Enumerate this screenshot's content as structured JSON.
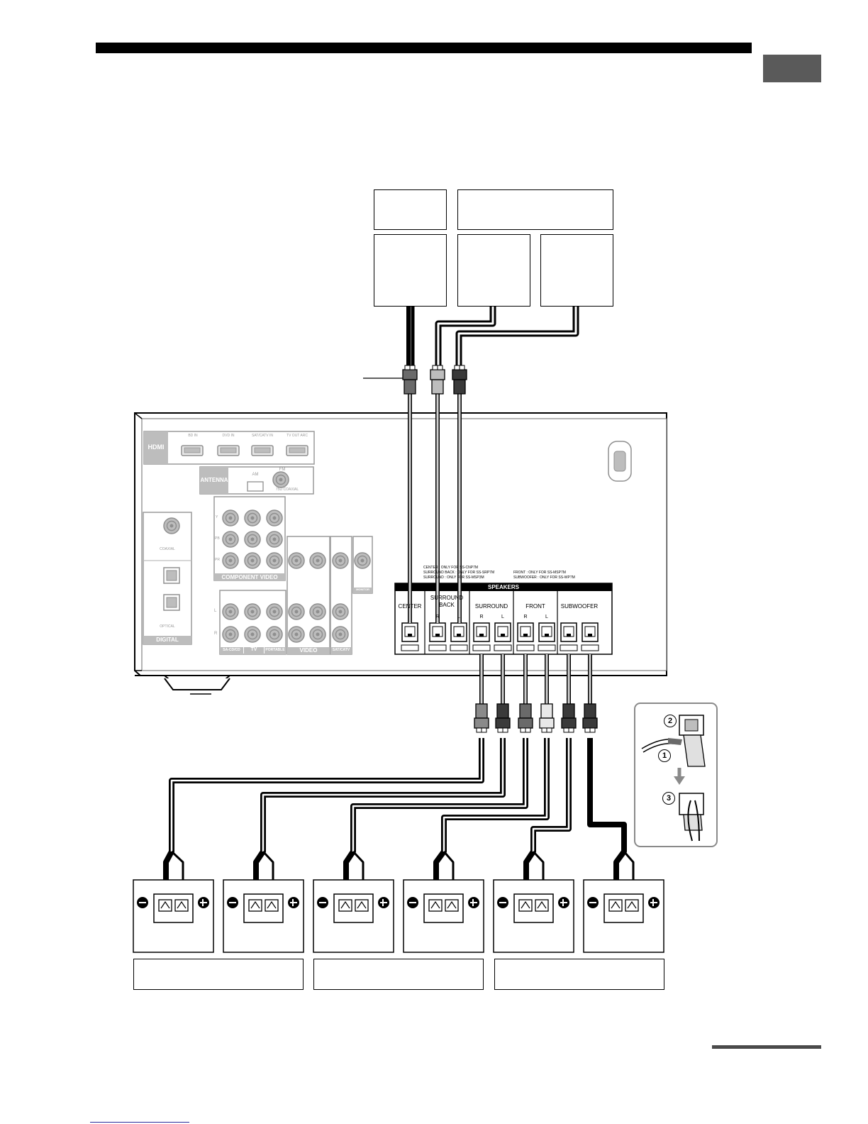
{
  "receiver": {
    "hdmi_label": "HDMI",
    "antenna_label": "ANTENNA",
    "fm_label": "FM",
    "am_label": "AM",
    "coax_label": "75Ω COAXIAL",
    "digital_label": "DIGITAL",
    "coaxial_label": "COAXIAL",
    "optical_label": "OPTICAL",
    "component_video_label": "COMPONENT VIDEO",
    "video_label": "VIDEO",
    "monitor_label": "MONITOR",
    "tv_label": "TV",
    "sa_cd_label": "SA-CD/CD",
    "portable_label": "PORTABLE",
    "sat_label": "SAT/CATV",
    "hdmi_ports": [
      "BD IN",
      "DVD IN",
      "SAT/CATV IN",
      "TV OUT ARC"
    ],
    "jack_y": "Y",
    "jack_pb": "PB",
    "jack_pr": "PR",
    "jack_l": "L",
    "jack_r": "R"
  },
  "speaker_panel": {
    "title": "SPEAKERS",
    "notes_left": [
      "CENTER : ONLY FOR SS-CNP7M",
      "SURROUND BACK : ONLY FOR SS-SRP7M",
      "SURROUND : ONLY FOR SS-MSP3M"
    ],
    "notes_right": [
      "FRONT : ONLY FOR SS-MSP7M",
      "SUBWOOFER : ONLY FOR SS-WP7M"
    ],
    "groups": [
      "CENTER",
      "SURROUND BACK",
      "SURROUND",
      "FRONT",
      "SUBWOOFER"
    ],
    "channel_labels": [
      "R",
      "L",
      "R",
      "L",
      "R",
      "L"
    ]
  },
  "steps": [
    "2",
    "1",
    "3"
  ],
  "colors": {
    "panel_gray": "#cfcfcf",
    "text_gray": "#9a9a9a",
    "plug_dark": "#3a3a3a",
    "plug_mid": "#8a8a8a",
    "plug_light": "#e8e8e8",
    "tab_gray": "#5a5a5a"
  }
}
